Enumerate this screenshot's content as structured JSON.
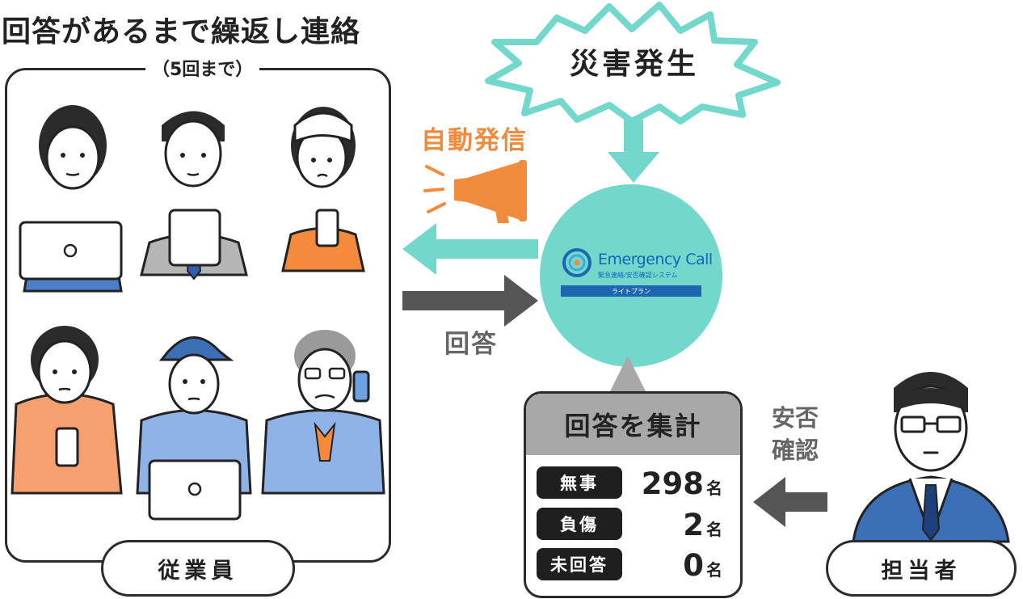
{
  "title": "回答があるまで繰返し連絡",
  "subtitle": "（5回まで）",
  "employees_label": "従業員",
  "auto_send_label": "自動発信",
  "reply_label": "回答",
  "disaster_label": "災害発生",
  "system": {
    "logo_name": "Emergency Call",
    "logo_sub": "緊急連絡/安否確認システム",
    "plan": "ライトプラン"
  },
  "aggregate": {
    "header": "回答を集計",
    "rows": [
      {
        "label": "無事",
        "value": "298",
        "unit": "名"
      },
      {
        "label": "負傷",
        "value": "2",
        "unit": "名"
      },
      {
        "label": "未回答",
        "value": "0",
        "unit": "名"
      }
    ]
  },
  "confirm_label": "安否\n確認",
  "manager_label": "担当者",
  "colors": {
    "teal": "#71d8cb",
    "orange": "#f08a3c",
    "dark_arrow": "#555555",
    "blue_suit": "#3d6fb7",
    "logo_blue": "#1e67b0"
  }
}
